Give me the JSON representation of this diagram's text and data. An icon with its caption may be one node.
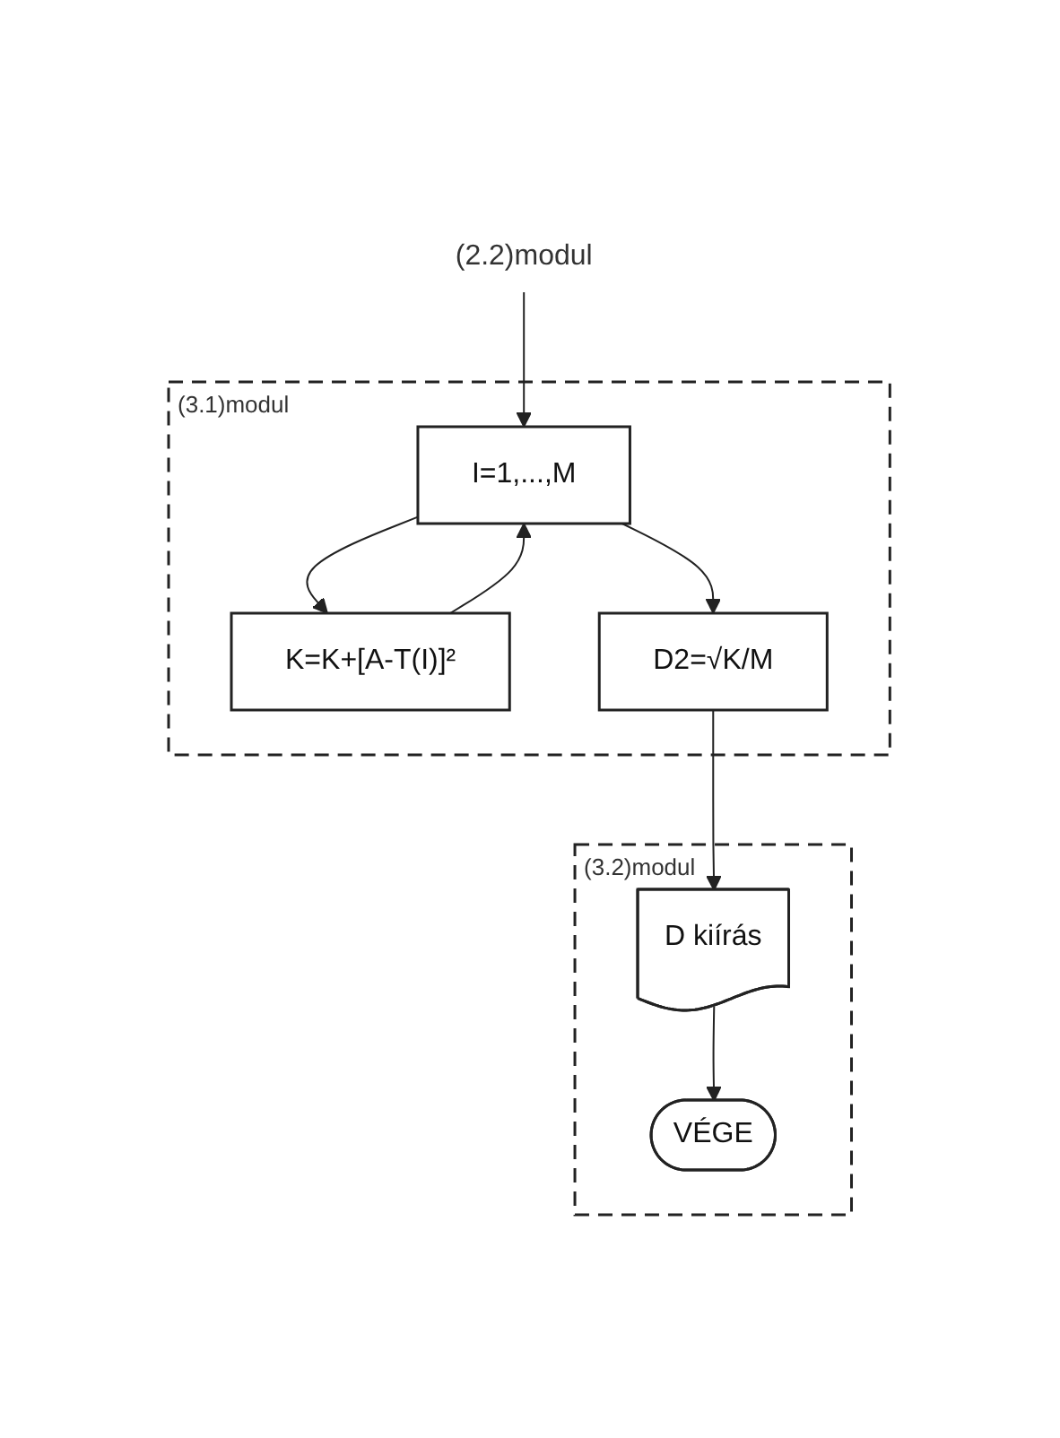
{
  "diagram": {
    "nodes": [
      {
        "text": [
          "(2.2)modul"
        ]
      },
      {
        "text": [
          "(3.1)modul"
        ]
      },
      {
        "text": [
          "I=1,...,M"
        ],
        "in": 1
      },
      {
        "text": [
          "K=K+[A-T(I)]²"
        ],
        "in": 1
      },
      {
        "text": [
          "D2=√K/M"
        ],
        "in": 1
      },
      {
        "text": [
          "(3.2)modul"
        ]
      },
      {
        "text": [
          "D kiírás"
        ],
        "in": 5
      },
      {
        "text": [
          "VÉGE"
        ],
        "in": 5
      }
    ],
    "edges": [
      {
        "from": 0,
        "to": 2,
        "arrow": "to"
      },
      {
        "from": 2,
        "to": 3,
        "arrow": "to"
      },
      {
        "from": 3,
        "to": 2,
        "arrow": "to"
      },
      {
        "from": 2,
        "to": 4,
        "arrow": "to"
      },
      {
        "from": 4,
        "to": 6,
        "arrow": "to"
      },
      {
        "from": 6,
        "to": 7,
        "arrow": "to"
      }
    ]
  }
}
